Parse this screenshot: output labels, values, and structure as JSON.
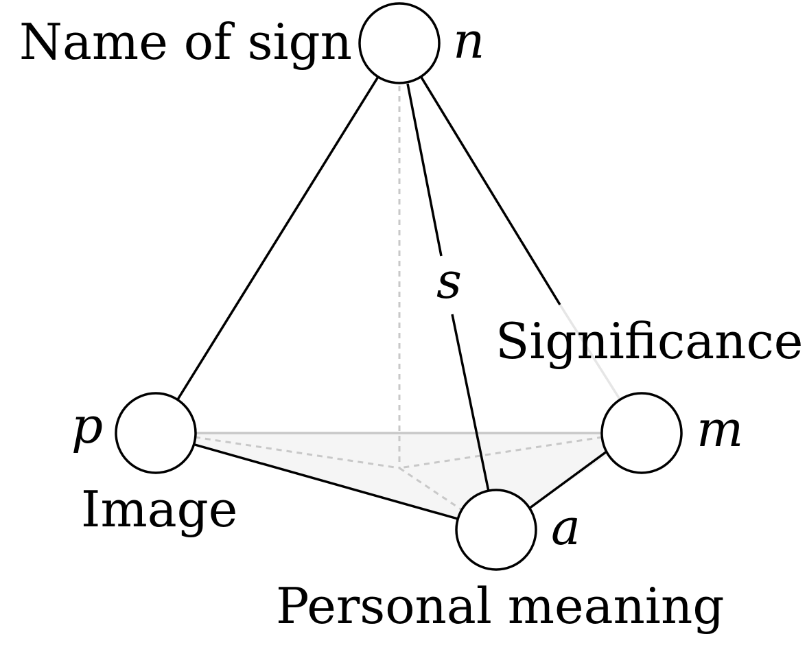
{
  "nodes": {
    "n": {
      "symbol": "n",
      "name": "Name of sign"
    },
    "p": {
      "symbol": "p",
      "name": "Image"
    },
    "m": {
      "symbol": "m",
      "name": "Significance"
    },
    "a": {
      "symbol": "a",
      "name": "Personal meaning"
    }
  },
  "center_label": "s"
}
